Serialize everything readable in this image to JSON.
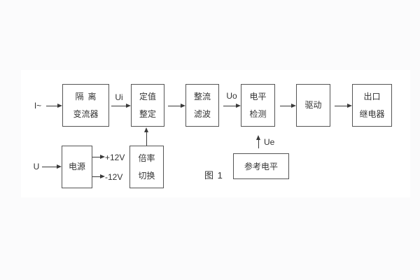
{
  "figure": {
    "caption": "图 1"
  },
  "blocks": {
    "isolation": {
      "line1": "隔 离",
      "line2": "变流器"
    },
    "setting": {
      "line1": "定值",
      "line2": "整定"
    },
    "rectify": {
      "line1": "整流",
      "line2": "滤波"
    },
    "level": {
      "line1": "电平",
      "line2": "检测"
    },
    "drive": {
      "line1": "驱动"
    },
    "relay": {
      "line1": "出口",
      "line2": "继电器"
    },
    "power": {
      "line1": "电源"
    },
    "ratio": {
      "line1": "倍率",
      "line2": "切换"
    },
    "reference": {
      "line1": "参考电平"
    }
  },
  "signals": {
    "input_current": "I~",
    "input_voltage": "U",
    "ui": "Ui",
    "uo": "Uo",
    "ue": "Ue",
    "plus12v": "+12V",
    "minus12v": "-12V"
  },
  "colors": {
    "line": "#3a3a3a",
    "text": "#333333",
    "box_border": "#555555",
    "page_background": "#ffffff",
    "outer_background": "#fbfbfc"
  }
}
